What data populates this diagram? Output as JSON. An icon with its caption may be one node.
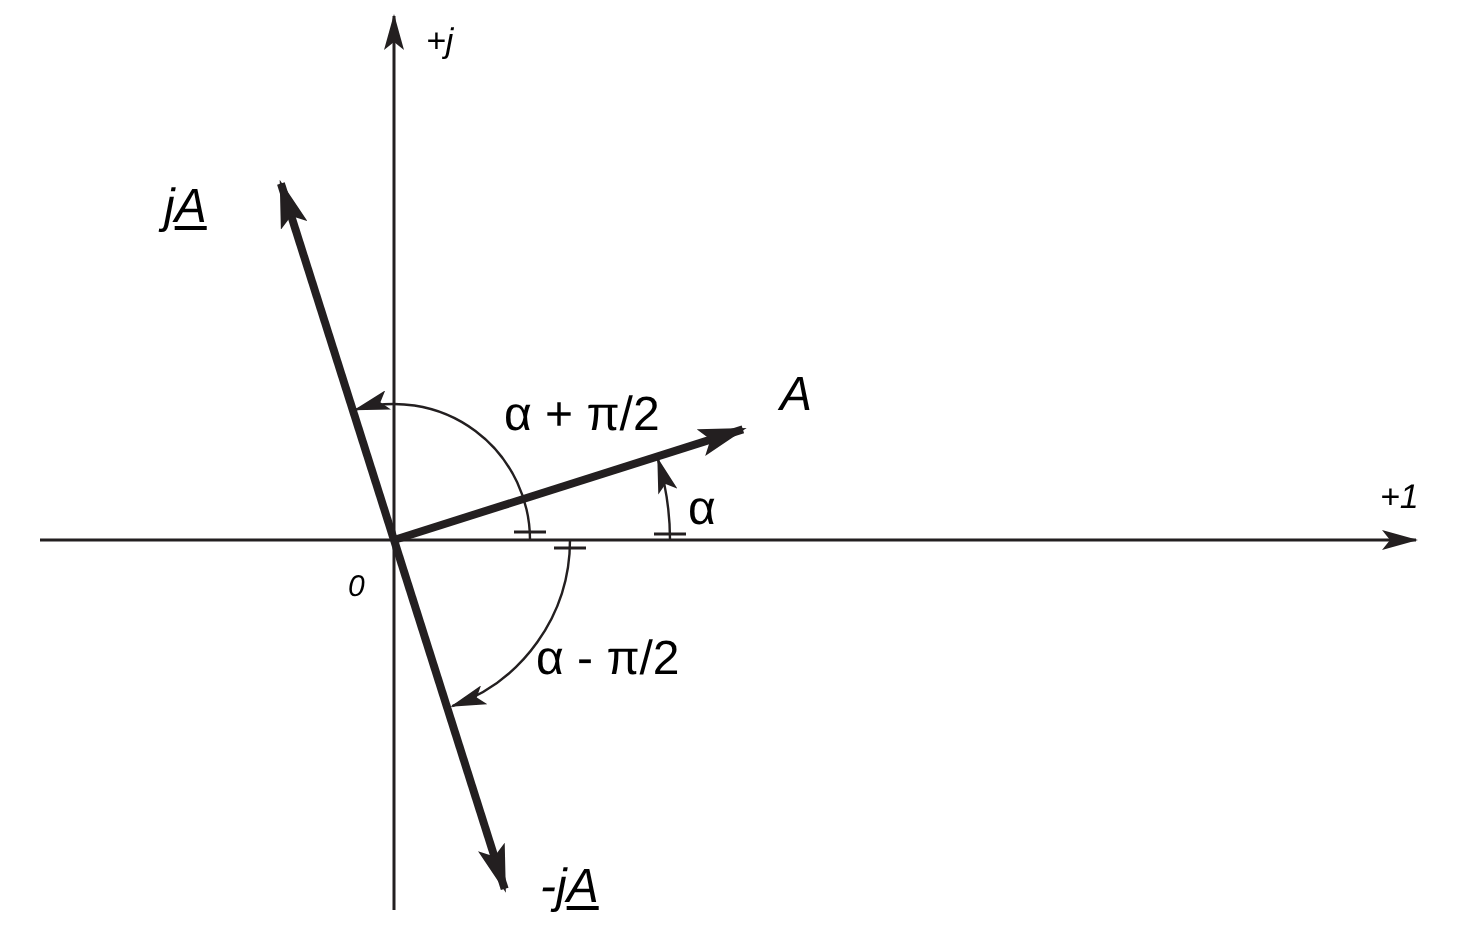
{
  "diagram": {
    "labels": [
      "+j",
      "jA",
      "α + π/2",
      "A",
      "α",
      "+1",
      "0",
      "α - π/2",
      "-jA"
    ]
  }
}
